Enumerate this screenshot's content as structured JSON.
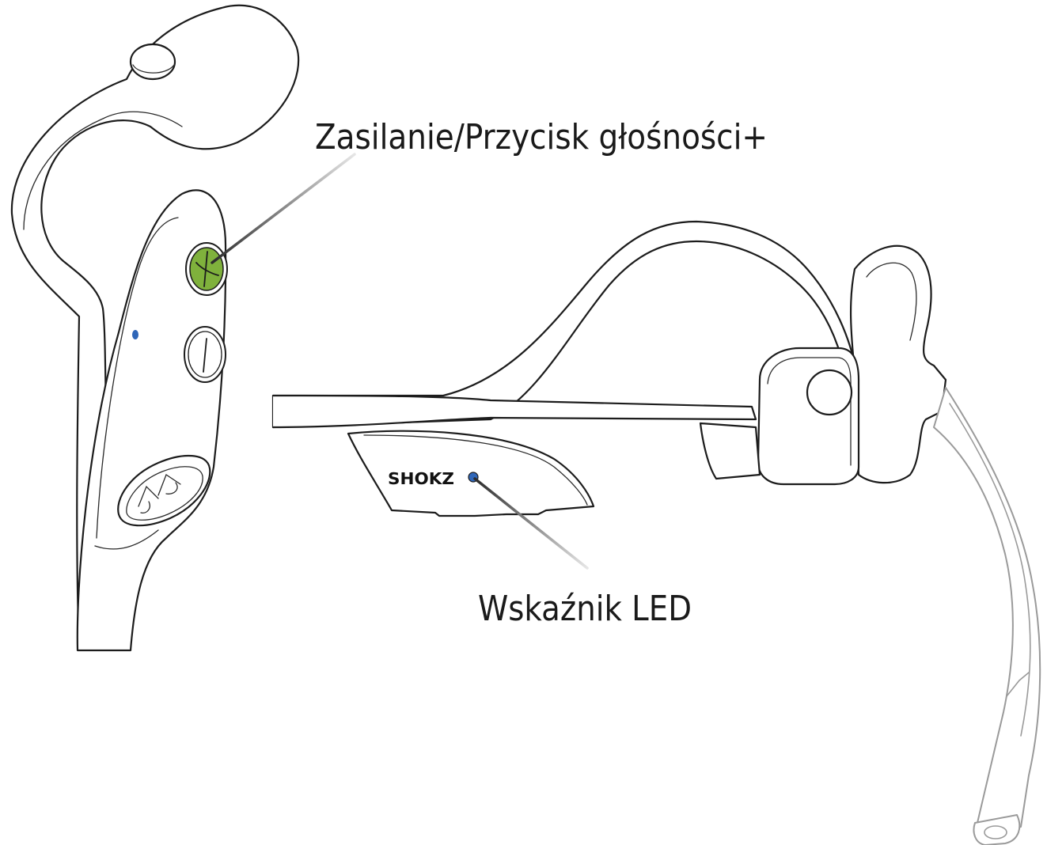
{
  "labels": {
    "power_volume_up": "Zasilanie/Przycisk głośności+",
    "led_indicator": "Wskaźnik LED"
  },
  "logo": {
    "brand": "SHOKZ"
  },
  "colors": {
    "highlight_button": "#7fb13c",
    "led": "#2f66b8",
    "line": "#1c1c1c",
    "callout_line": "#444444",
    "microphone_boom": "#9a9a9a"
  },
  "icons": {
    "power_volume_button": "plus-icon",
    "volume_down_button": "minus-icon",
    "charging_port": "magnetic-charging-port-icon"
  }
}
